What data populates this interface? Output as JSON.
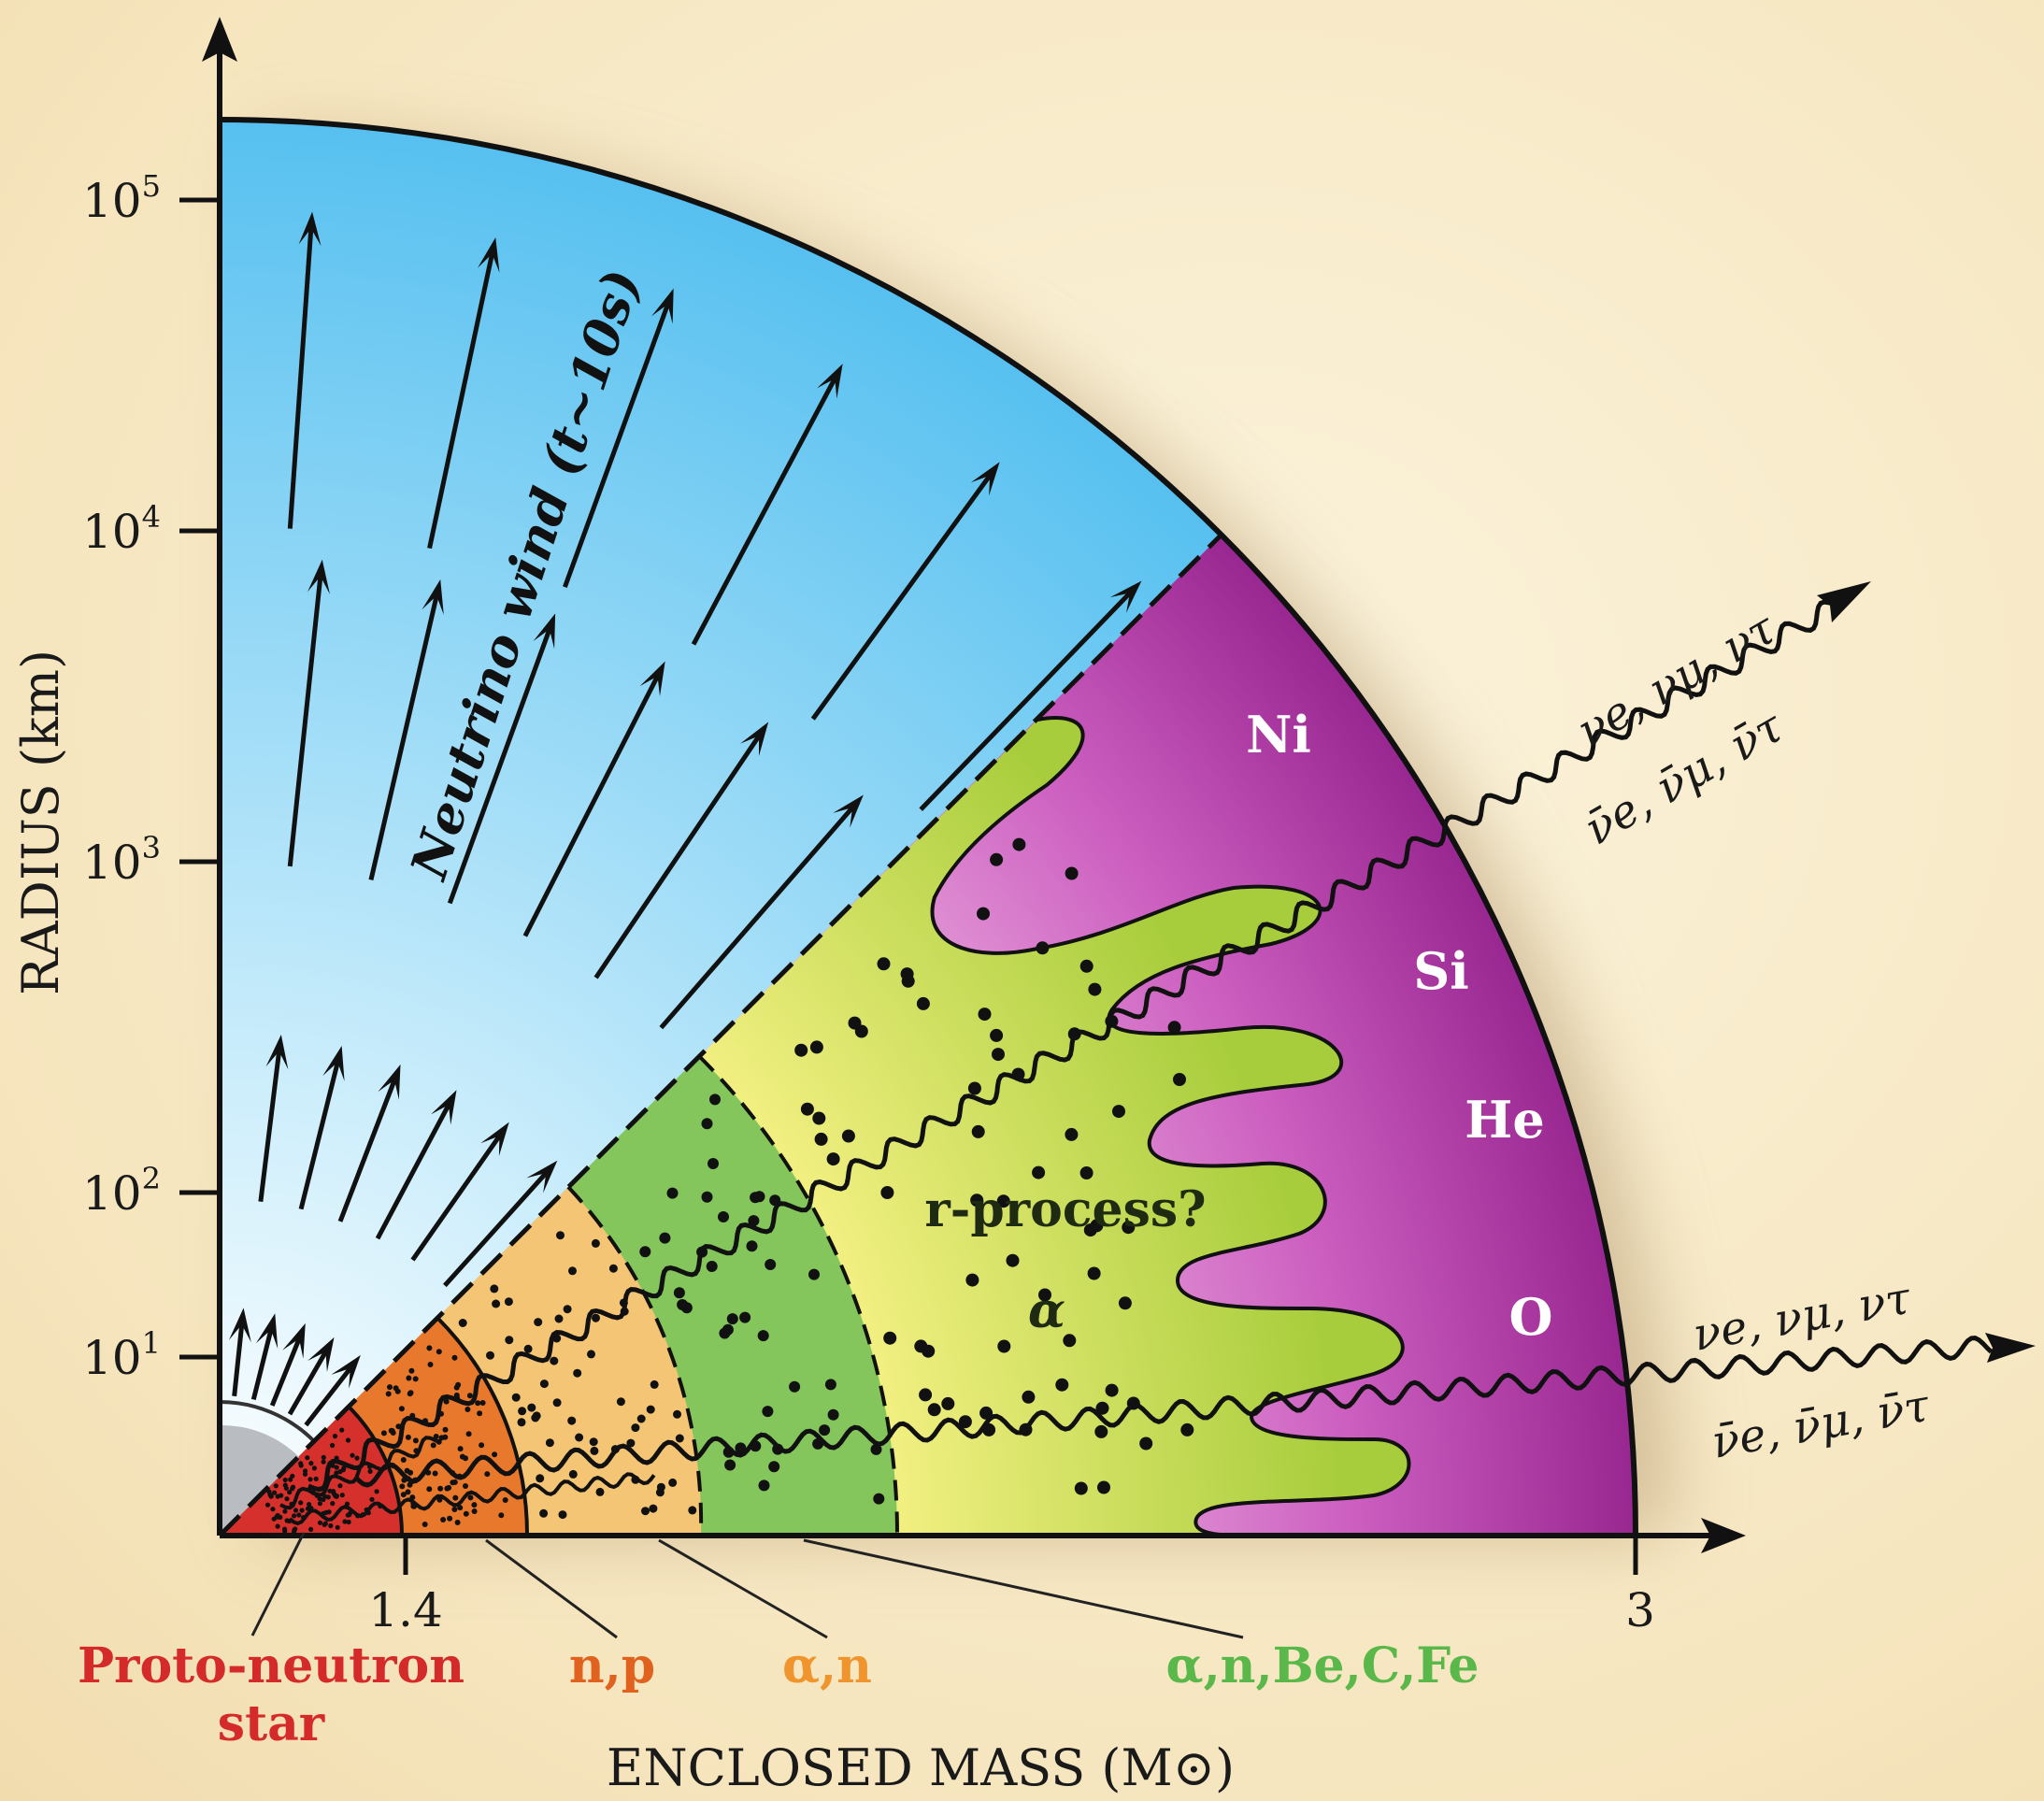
{
  "axes": {
    "y_title": "RADIUS (km)",
    "x_title": "ENCLOSED MASS (M⊙)",
    "y_ticks": [
      {
        "base": "10",
        "exp": "1"
      },
      {
        "base": "10",
        "exp": "2"
      },
      {
        "base": "10",
        "exp": "3"
      },
      {
        "base": "10",
        "exp": "4"
      },
      {
        "base": "10",
        "exp": "5"
      }
    ],
    "x_ticks": [
      "1.4",
      "3"
    ]
  },
  "labels": {
    "wind": "Neutrino wind (t~10s)",
    "rprocess": "r-process?",
    "alpha": "α",
    "elements": [
      "Ni",
      "Si",
      "He",
      "O"
    ],
    "nu_top_1": "νe, νμ, ντ",
    "nu_top_2": "ν̄e, ν̄μ, ν̄τ",
    "nu_bot_1": "νe, νμ, ντ",
    "nu_bot_2": "ν̄e, ν̄μ, ν̄τ"
  },
  "zones": [
    {
      "line1": "Proto-neutron",
      "line2": "star",
      "color": "#d42a2a"
    },
    {
      "line1": "n,p",
      "color": "#e0621e"
    },
    {
      "line1": "α,n",
      "color": "#f0952e"
    },
    {
      "line1": "α,n,Be,C,Fe",
      "color": "#5ab84a"
    }
  ],
  "colors": {
    "wind": "#5ec4f2",
    "outer_envelope": "#a02a96",
    "alpha_region": "#d6e25a",
    "alpha_n_be_region": "#7cc25a",
    "alpha_n_region": "#f2c070",
    "n_p_region": "#e57a2e",
    "pns_region": "#d8332f",
    "core": "#b9bcc0"
  }
}
